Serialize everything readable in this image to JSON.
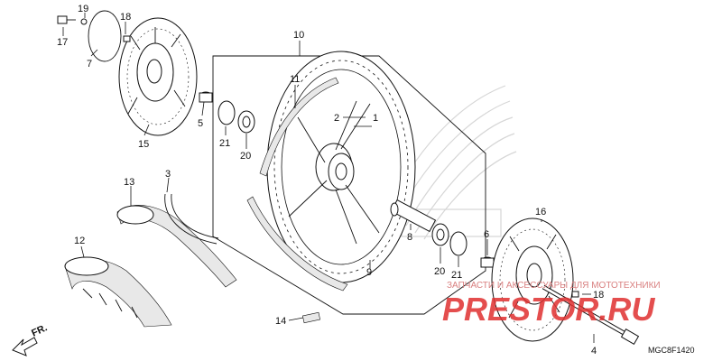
{
  "diagram": {
    "labels": {
      "p1": "1",
      "p2": "2",
      "p3": "3",
      "p4": "4",
      "p5": "5",
      "p6": "6",
      "p7": "7",
      "p8": "8",
      "p9": "9",
      "p10": "10",
      "p11": "11",
      "p12": "12",
      "p13": "13",
      "p14": "14",
      "p15": "15",
      "p16": "16",
      "p17": "17",
      "p18a": "18",
      "p18b": "18",
      "p19": "19",
      "p20a": "20",
      "p20b": "20",
      "p21a": "21",
      "p21b": "21"
    },
    "fr_label": "FR.",
    "diagram_code": "MGC8F1420"
  },
  "watermark": {
    "caption": "ЗАПЧАСТИ И АКСЕССУАРЫ ДЛЯ МОТОТЕХНИКИ",
    "logo_text": "PRESTOR.RU",
    "colors": {
      "logo": "#e03030",
      "caption": "#d98080"
    }
  }
}
